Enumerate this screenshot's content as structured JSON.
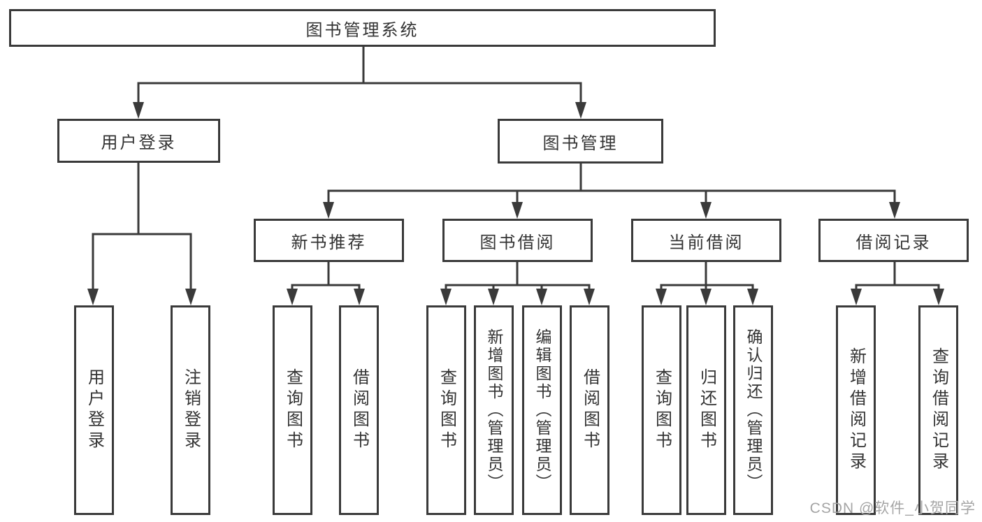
{
  "colors": {
    "line": "#3a3a3a",
    "text": "#333333",
    "bg": "#ffffff",
    "watermark": "#a5a5a5"
  },
  "tree": {
    "root": {
      "label": "图书管理系统"
    },
    "branches": [
      {
        "label": "用户登录",
        "leaves": [
          {
            "label": "用户登录"
          },
          {
            "label": "注销登录"
          }
        ]
      },
      {
        "label": "图书管理",
        "groups": [
          {
            "label": "新书推荐",
            "leaves": [
              {
                "label": "查询图书"
              },
              {
                "label": "借阅图书"
              }
            ]
          },
          {
            "label": "图书借阅",
            "leaves": [
              {
                "label": "查询图书"
              },
              {
                "label": "新增图书（管理员）"
              },
              {
                "label": "编辑图书（管理员）"
              },
              {
                "label": "借阅图书"
              }
            ]
          },
          {
            "label": "当前借阅",
            "leaves": [
              {
                "label": "查询图书"
              },
              {
                "label": "归还图书"
              },
              {
                "label": "确认归还（管理员）"
              }
            ]
          },
          {
            "label": "借阅记录",
            "leaves": [
              {
                "label": "新增借阅记录"
              },
              {
                "label": "查询借阅记录"
              }
            ]
          }
        ]
      }
    ]
  },
  "watermark": {
    "text": "CSDN @软件_小贺同学"
  }
}
